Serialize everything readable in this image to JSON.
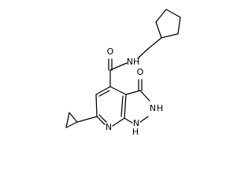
{
  "molecule": {
    "atoms": {
      "amide_o": "O",
      "amide_nh": "NH",
      "ring_o": "O",
      "n2h": "N",
      "n2_h": "H",
      "n1h": "N",
      "n1_h": "H",
      "pyridine_n": "N"
    }
  }
}
